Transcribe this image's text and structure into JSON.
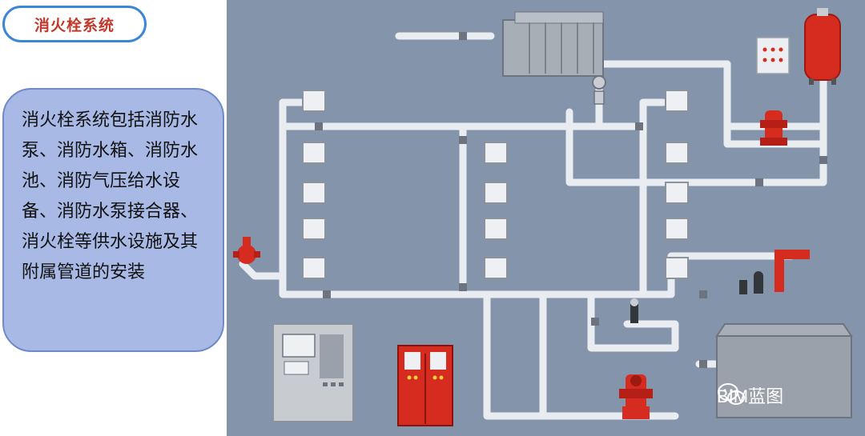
{
  "panel": {
    "title": "消火栓系统",
    "description": "消火栓系统包括消防水泵、消防水箱、消防水池、消防气压给水设备、消防水泵接合器、消火栓等供水设施及其附属管道的安装"
  },
  "watermark": {
    "text": "BIM蓝图",
    "icon": "wechat-icon"
  },
  "colors": {
    "background": "#8494ab",
    "pipe": "#e9ecf1",
    "equipment_red": "#d62b1f",
    "title_border": "#3b87d6",
    "title_text": "#c0392b",
    "panel_fill": "#a7b9e4"
  }
}
